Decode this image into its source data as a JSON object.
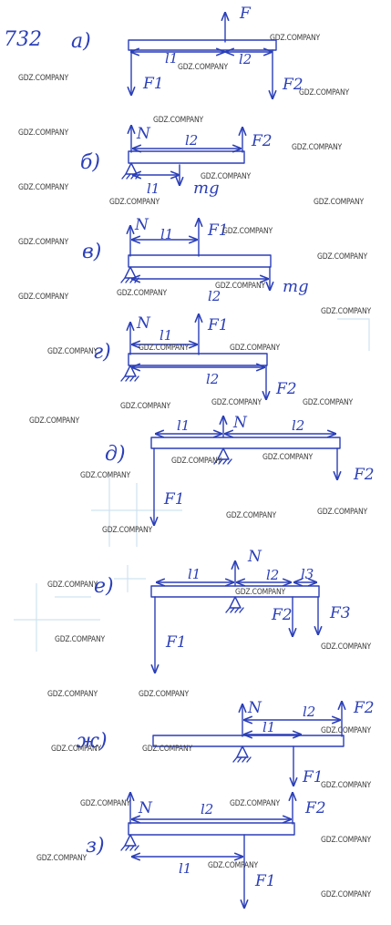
{
  "problem": {
    "number": "732"
  },
  "watermark": "GDZ.COMPANY",
  "ink_color": "#2b3fb8",
  "diagrams": [
    {
      "letter": "а)",
      "labels": [
        "F",
        "l1",
        "l2",
        "F1",
        "F2"
      ]
    },
    {
      "letter": "б)",
      "labels": [
        "N",
        "l2",
        "F2",
        "l1",
        "mg"
      ]
    },
    {
      "letter": "в)",
      "labels": [
        "N",
        "l1",
        "F1",
        "l2",
        "mg"
      ]
    },
    {
      "letter": "г)",
      "labels": [
        "N",
        "l1",
        "F1",
        "l2",
        "F2"
      ]
    },
    {
      "letter": "д)",
      "labels": [
        "l1",
        "N",
        "l2",
        "F2",
        "F1"
      ]
    },
    {
      "letter": "е)",
      "labels": [
        "l1",
        "N",
        "l2",
        "l3",
        "F2",
        "F3",
        "F1"
      ]
    },
    {
      "letter": "ж)",
      "labels": [
        "N",
        "l2",
        "F2",
        "l1",
        "F1"
      ]
    },
    {
      "letter": "з)",
      "labels": [
        "N",
        "l2",
        "F2",
        "l1",
        "F1"
      ]
    }
  ]
}
